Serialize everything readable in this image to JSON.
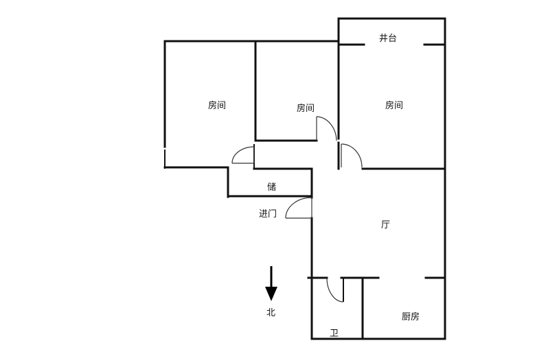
{
  "rooms": {
    "room_1": "房间",
    "room_2": "房间",
    "room_3": "房间",
    "balcony": "井台",
    "storage": "储",
    "entrance": "进门",
    "living": "厅",
    "kitchen": "厨房",
    "bathroom": "卫"
  },
  "compass": {
    "label": "北",
    "direction": "down"
  }
}
